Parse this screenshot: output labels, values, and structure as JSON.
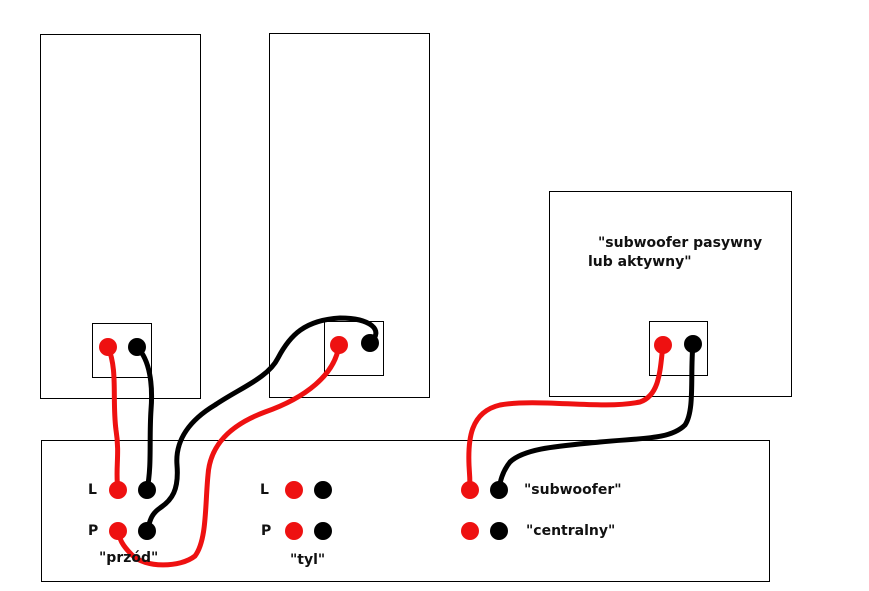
{
  "colors": {
    "positive": "#ee1111",
    "negative": "#000000",
    "outline": "#000000"
  },
  "speakers": {
    "subwoofer": {
      "label_line1": "\"subwoofer pasywny",
      "label_line2": "lub aktywny\""
    }
  },
  "amplifier": {
    "front": {
      "label": "\"przód\"",
      "row_l": "L",
      "row_p": "P"
    },
    "rear": {
      "label": "\"tyl\"",
      "row_l": "L",
      "row_p": "P"
    },
    "subwoofer_out": {
      "label": "\"subwoofer\""
    },
    "center_out": {
      "label": "\"centralny\""
    }
  }
}
